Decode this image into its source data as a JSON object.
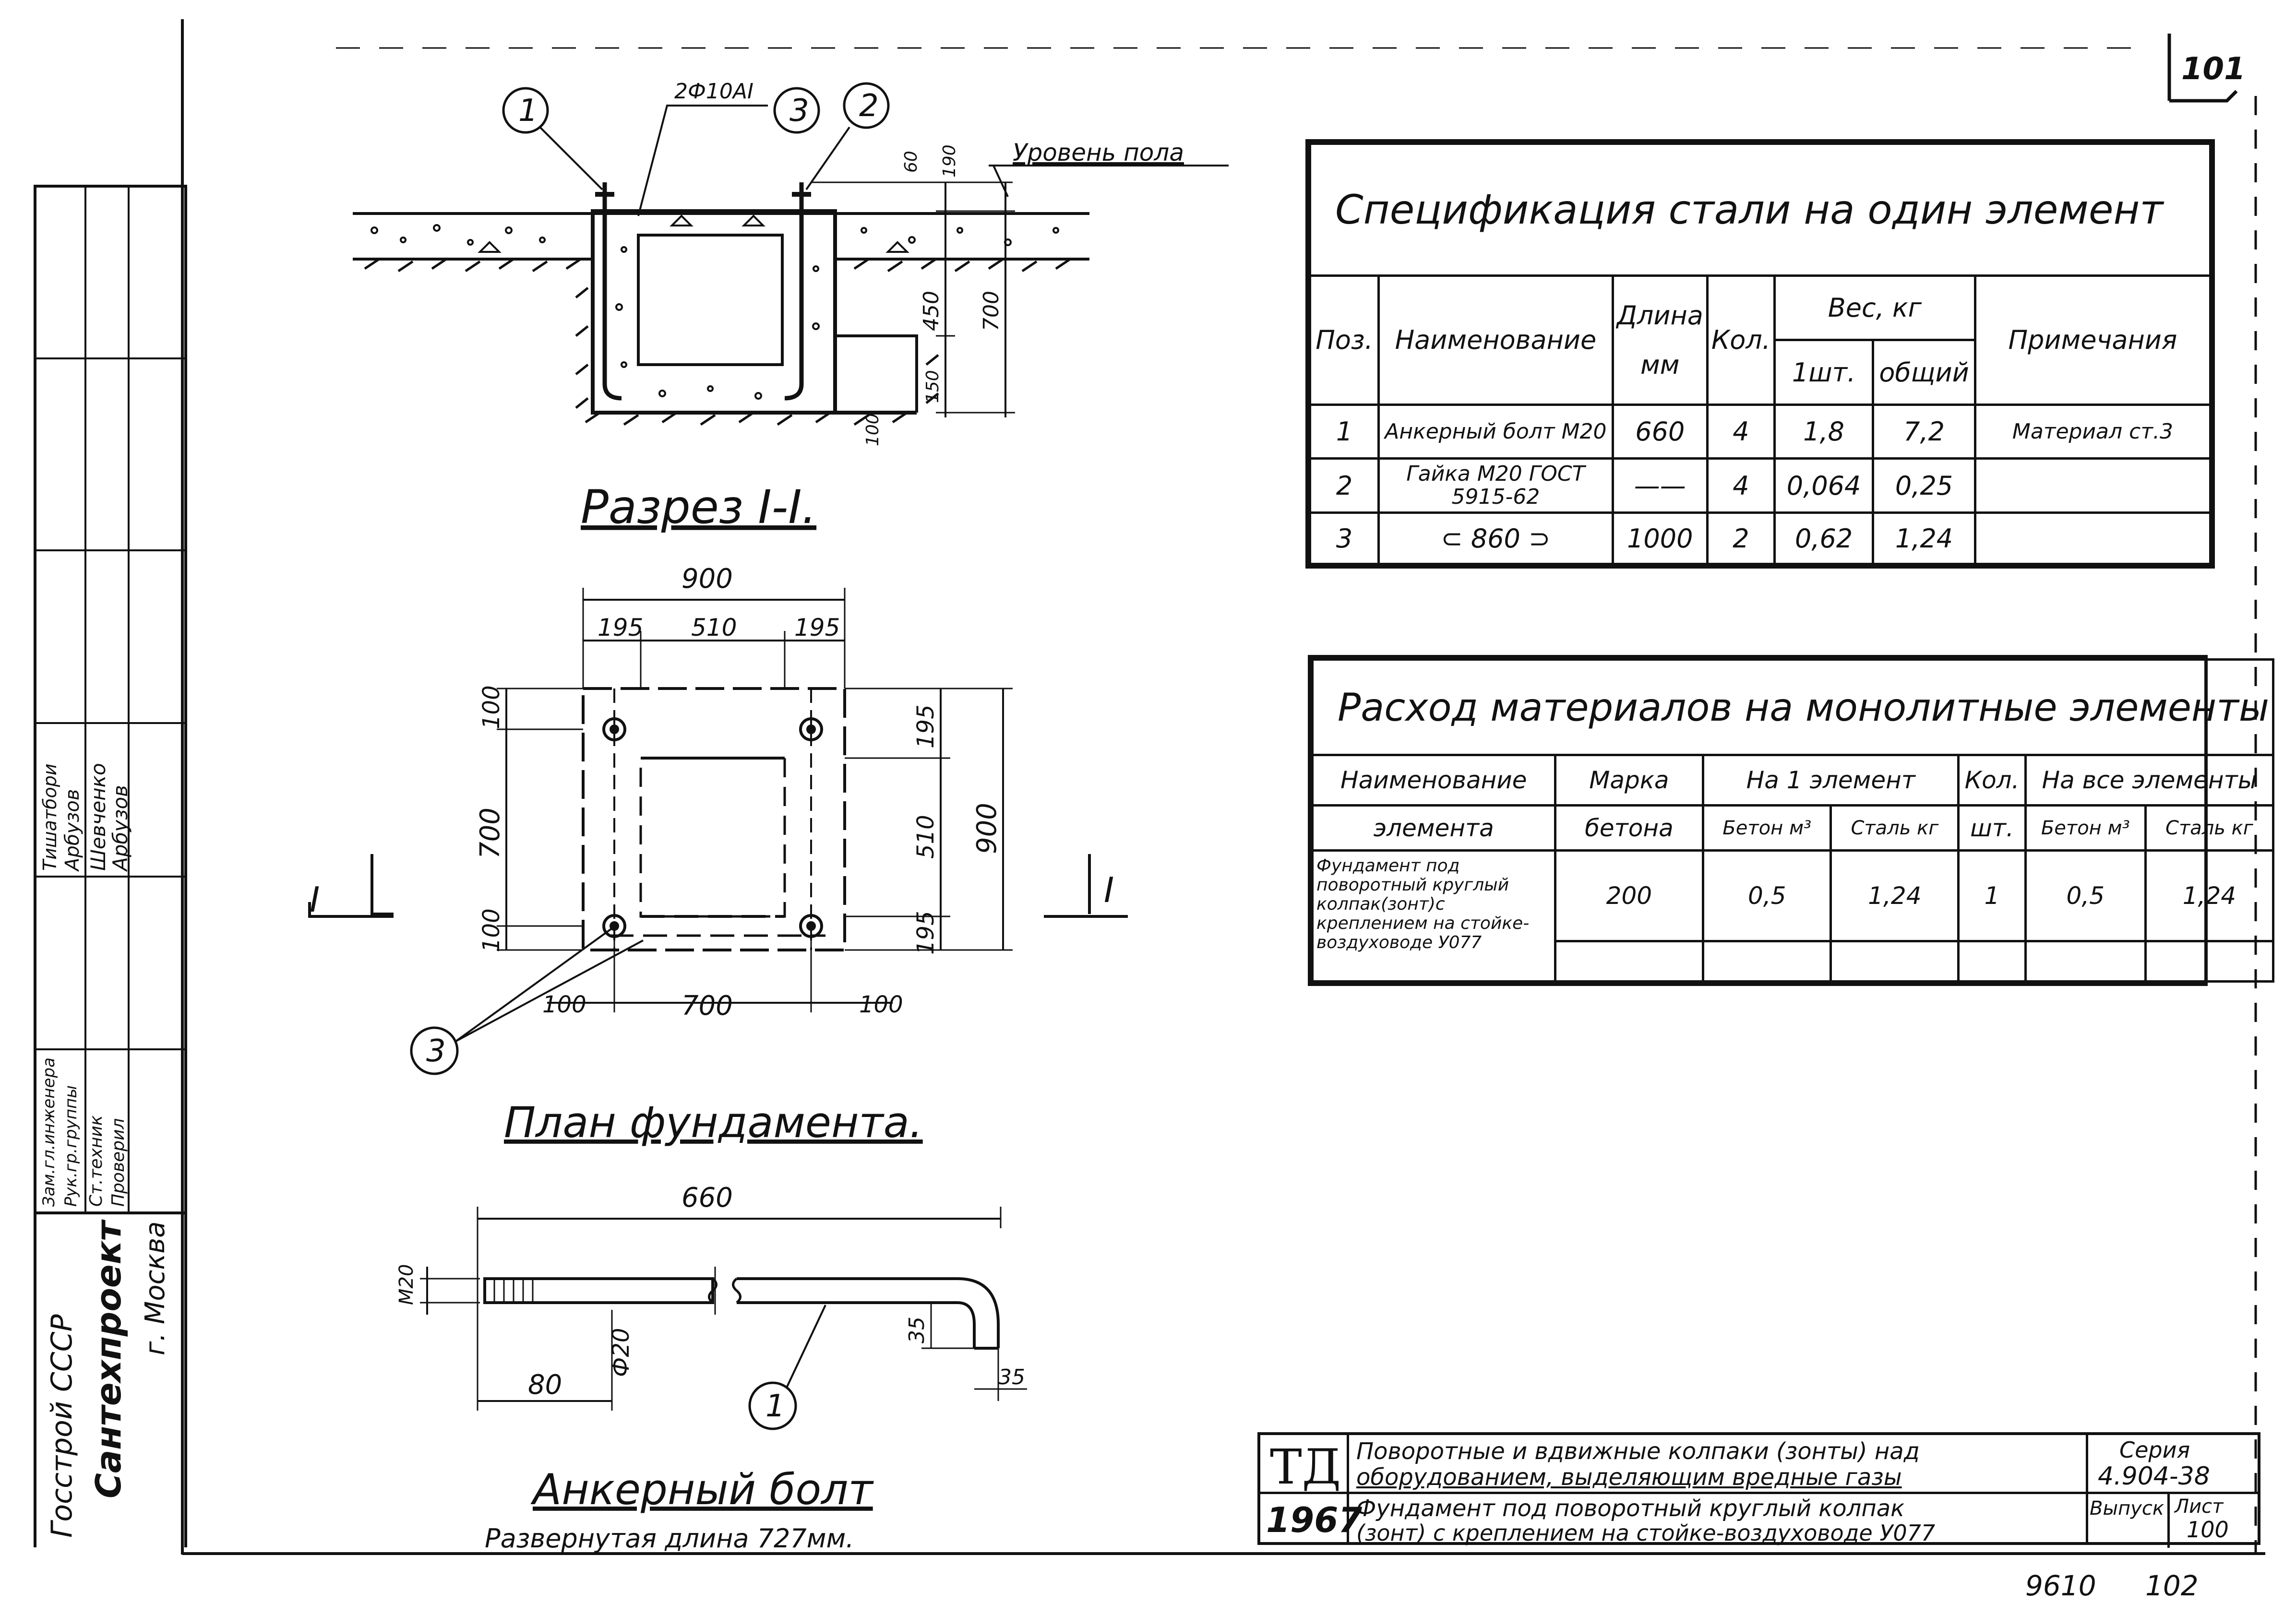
{
  "sheet_number": "101",
  "bottom_numbers": {
    "archive": "9610",
    "page": "102"
  },
  "section": {
    "title": "Разрез I-I.",
    "floor_label": "Уровень пола",
    "rebar_label": "2Ф10АI",
    "callouts": [
      "1",
      "3",
      "2"
    ],
    "dims": {
      "d60": "60",
      "d190": "190",
      "d450": "450",
      "d700": "700",
      "d150": "150",
      "d100": "100"
    }
  },
  "plan": {
    "title": "План фундамента.",
    "top_total": "900",
    "top_parts": [
      "195",
      "510",
      "195"
    ],
    "left_dims": [
      "100",
      "700",
      "100"
    ],
    "right_parts": [
      "195",
      "510",
      "195"
    ],
    "right_total": "900",
    "bottom_dims": [
      "100",
      "700",
      "100"
    ],
    "section_mark": "I",
    "callout": "3"
  },
  "bolt": {
    "title": "Анкерный болт",
    "subtitle": "Развернутая длина 727мм.",
    "length": "660",
    "thread": "М20",
    "thread_len": "80",
    "diameter": "Ф20",
    "bend1": "35",
    "bend2": "35",
    "callout": "1"
  },
  "spec_table": {
    "title": "Спецификация стали на один элемент",
    "headers": {
      "pos": "Поз.",
      "name": "Наименование",
      "length": "Длина",
      "length_unit": "мм",
      "qty": "Кол.",
      "weight": "Вес, кг",
      "weight_one": "1шт.",
      "weight_total": "общий",
      "notes": "Примечания"
    },
    "rows": [
      {
        "pos": "1",
        "name": "Анкерный болт М20",
        "length": "660",
        "qty": "4",
        "one": "1,8",
        "total": "7,2",
        "note": "Материал ст.3"
      },
      {
        "pos": "2",
        "name": "Гайка М20 ГОСТ 5915-62",
        "length": "——",
        "qty": "4",
        "one": "0,064",
        "total": "0,25",
        "note": ""
      },
      {
        "pos": "3",
        "name": "⊂ 860 ⊃",
        "length": "1000",
        "qty": "2",
        "one": "0,62",
        "total": "1,24",
        "note": ""
      }
    ]
  },
  "material_table": {
    "title": "Расход материалов на монолитные элементы",
    "headers": {
      "name1": "Наименование",
      "name2": "элемента",
      "grade1": "Марка",
      "grade2": "бетона",
      "per_one": "На 1 элемент",
      "concrete": "Бетон м³",
      "steel": "Сталь кг",
      "qty1": "Кол.",
      "qty2": "шт.",
      "all": "На все элементы",
      "concrete_all": "Бетон м³",
      "steel_all": "Сталь кг"
    },
    "rows": [
      {
        "name": "Фундамент под поворотный круглый колпак(зонт)с креплением на стойке-воздуховоде У077",
        "grade": "200",
        "concrete": "0,5",
        "steel": "1,24",
        "qty": "1",
        "concrete_all": "0,5",
        "steel_all": "1,24"
      }
    ]
  },
  "stamp": {
    "org1": "Госстрой СССР",
    "org2": "Сантехпроект",
    "city": "г. Москва",
    "roles": [
      "Зам.гл.инженера",
      "Рук.гр.группы",
      "Ст.техник",
      "Проверил"
    ],
    "signatures": [
      "",
      "",
      "",
      ""
    ],
    "names": [
      "Тишатбори",
      "Арбузов",
      "Шевченко",
      "Арбузов"
    ]
  },
  "title_block": {
    "td": "ТД",
    "year": "1967",
    "line1": "Поворотные и вдвижные колпаки (зонты) над",
    "line2": "оборудованием, выделяющим вредные газы",
    "line3": "Фундамент под поворотный круглый колпак",
    "line4": "(зонт) с креплением на стойке-воздуховоде У077",
    "series_label": "Серия",
    "series": "4.904-38",
    "issue_label": "Выпуск",
    "sheet_label": "Лист",
    "sheet": "100"
  }
}
